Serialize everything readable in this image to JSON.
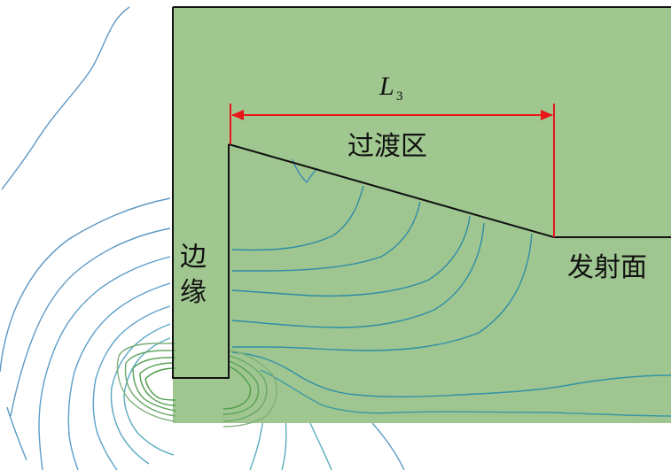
{
  "labels": {
    "dimension_letter": "L",
    "dimension_subscript": "3",
    "transition_zone": "过渡区",
    "edge_char_1": "边",
    "edge_char_2": "缘",
    "emitting_surface": "发射面"
  },
  "colors": {
    "body_fill": "#9fc690",
    "outline": "#111111",
    "dimension_line": "#e8161b",
    "contour_outer": "#5f98c4",
    "contour_mid": "#2e8ba6",
    "contour_inner": "#4e9d4a"
  }
}
